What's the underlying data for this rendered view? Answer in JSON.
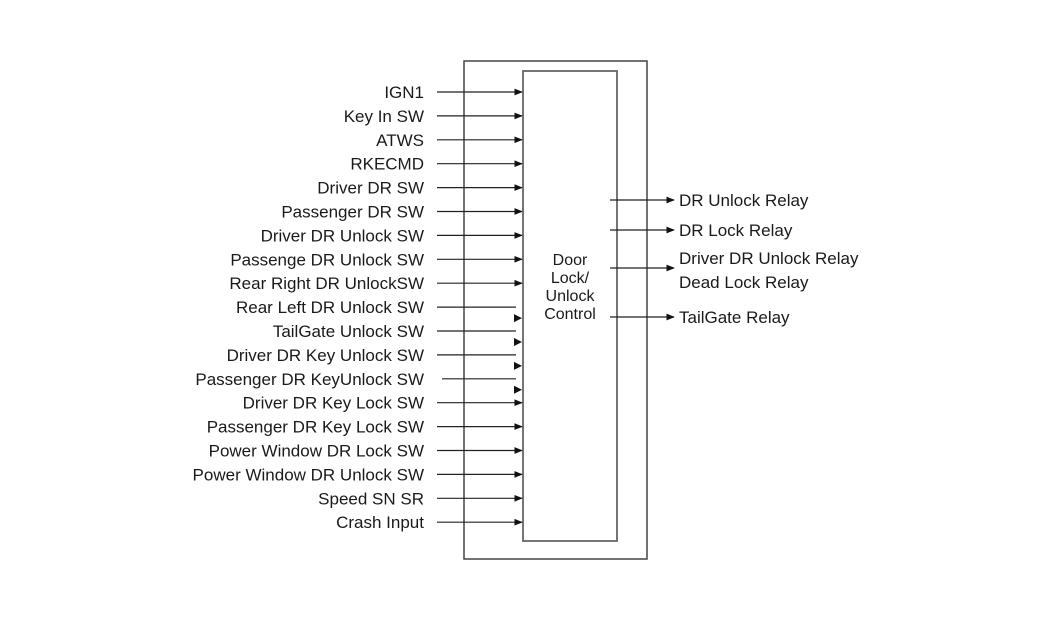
{
  "diagram": {
    "block_label_lines": [
      "Door",
      "Lock/",
      "Unlock",
      "Control"
    ],
    "inputs": [
      {
        "label": "IGN1"
      },
      {
        "label": "Key In SW"
      },
      {
        "label": "ATWS"
      },
      {
        "label": "RKECMD"
      },
      {
        "label": "Driver DR SW"
      },
      {
        "label": "Passenger DR SW"
      },
      {
        "label": "Driver DR Unlock SW"
      },
      {
        "label": "Passenge DR Unlock SW"
      },
      {
        "label": "Rear Right DR UnlockSW"
      },
      {
        "label": "Rear Left DR Unlock SW"
      },
      {
        "label": "TailGate Unlock SW"
      },
      {
        "label": "Driver DR Key Unlock SW"
      },
      {
        "label": "Passenger DR KeyUnlock SW"
      },
      {
        "label": "Driver DR Key Lock SW"
      },
      {
        "label": "Passenger DR Key Lock SW"
      },
      {
        "label": "Power Window DR Lock SW"
      },
      {
        "label": "Power Window DR Unlock SW"
      },
      {
        "label": "Speed SN SR"
      },
      {
        "label": "Crash Input"
      }
    ],
    "outputs": [
      {
        "lines": [
          "DR Unlock Relay"
        ]
      },
      {
        "lines": [
          "DR Lock Relay"
        ]
      },
      {
        "lines": [
          "Driver DR Unlock Relay",
          "Dead Lock Relay"
        ]
      },
      {
        "lines": [
          "TailGate Relay"
        ]
      }
    ]
  }
}
